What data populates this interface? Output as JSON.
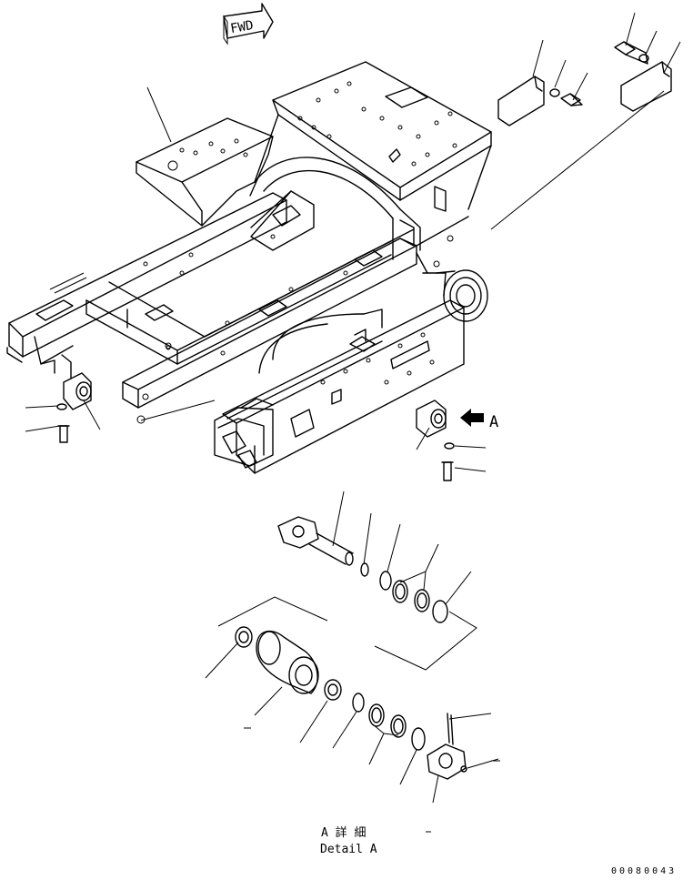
{
  "fwd_label": "FWD",
  "view_marker": "A",
  "detail_title": "A 詳 細",
  "detail_subtitle": "Detail A",
  "drawing_number": "00080043",
  "colors": {
    "line": "#000000",
    "background": "#ffffff"
  }
}
